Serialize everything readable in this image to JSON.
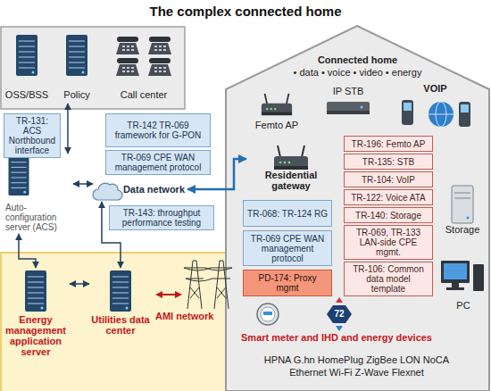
{
  "diagram": {
    "title": "The complex connected home",
    "nodes": [
      {
        "text": [
          "OSS/BSS"
        ]
      },
      {
        "text": [
          "Policy"
        ]
      },
      {
        "text": [
          "Call center"
        ]
      },
      {
        "text": [
          "TR-131: ACS Northbound interface"
        ]
      },
      {
        "text": [
          "TR-142 TR-069 framework for G-PON"
        ]
      },
      {
        "text": [
          "TR-069 CPE WAN management protocol"
        ]
      },
      {
        "text": [
          "Auto-configuration server (ACS)"
        ]
      },
      {
        "text": [
          "Data network"
        ]
      },
      {
        "text": [
          "TR-143: throughput performance testing"
        ]
      },
      {
        "text": [
          "Energy management application server"
        ]
      },
      {
        "text": [
          "Utilities data center"
        ]
      },
      {
        "text": [
          "Connected home",
          "• data • voice • video • energy"
        ]
      },
      {
        "text": [
          "Femto AP"
        ],
        "in": 11
      },
      {
        "text": [
          "IP STB"
        ],
        "in": 11
      },
      {
        "text": [
          "VOIP"
        ],
        "in": 11
      },
      {
        "text": [
          "Residential gateway"
        ],
        "in": 11
      },
      {
        "text": [
          "TR-068: TR-124 RG"
        ],
        "in": 11
      },
      {
        "text": [
          "TR-069 CPE WAN management protocol"
        ],
        "in": 11
      },
      {
        "text": [
          "PD-174: Proxy mgmt"
        ],
        "in": 11
      },
      {
        "text": [
          "TR-196: Femto AP"
        ],
        "in": 11
      },
      {
        "text": [
          "TR-135: STB"
        ],
        "in": 11
      },
      {
        "text": [
          "TR-104: VoIP"
        ],
        "in": 11
      },
      {
        "text": [
          "TR-122: Voice ATA"
        ],
        "in": 11
      },
      {
        "text": [
          "TR-140: Storage"
        ],
        "in": 11
      },
      {
        "text": [
          "TR-069, TR-133 LAN-side CPE mgmt."
        ],
        "in": 11
      },
      {
        "text": [
          "TR-106: Common data model template"
        ],
        "in": 11
      },
      {
        "text": [
          "Storage"
        ],
        "in": 11
      },
      {
        "text": [
          "PC"
        ],
        "in": 11
      },
      {
        "text": [
          "Smart meter and IHD and energy devices"
        ],
        "in": 11
      }
    ],
    "edges": [
      {
        "from": 6,
        "to": 1,
        "arrow": "both"
      },
      {
        "from": 6,
        "to": 7,
        "arrow": "both"
      },
      {
        "from": 7,
        "to": 15,
        "arrow": "both"
      },
      {
        "from": 6,
        "to": 9,
        "arrow": "both"
      },
      {
        "from": 7,
        "to": 10,
        "arrow": "both"
      },
      {
        "from": 9,
        "to": 10,
        "arrow": "both"
      }
    ],
    "labels": [
      "72",
      "AMI network",
      "HPNA G.hn HomePlug ZigBee LON NoCA Ethernet Wi-Fi Z-Wave Flexnet"
    ]
  }
}
